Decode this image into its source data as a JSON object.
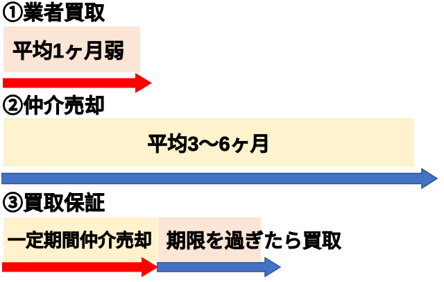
{
  "colors": {
    "peach_box": "#FBE5D6",
    "cream_box": "#FFF2CC",
    "red_arrow": "#FF0000",
    "blue_arrow_fill": "#4472C4",
    "blue_arrow_border": "#2F528F",
    "text_color": "#000000"
  },
  "sections": [
    {
      "title": "①業者買取",
      "boxes": [
        {
          "label": "平均1ヶ月弱",
          "style": "peach"
        }
      ],
      "arrows": [
        {
          "color": "red"
        }
      ]
    },
    {
      "title": "②仲介売却",
      "boxes": [
        {
          "label": "平均3〜6ヶ月",
          "style": "cream"
        }
      ],
      "arrows": [
        {
          "color": "blue"
        }
      ]
    },
    {
      "title": "③買取保証",
      "boxes": [
        {
          "label": "一定期間仲介売却",
          "style": "cream"
        },
        {
          "label": "期限を過ぎたら買取",
          "style": "peach"
        }
      ],
      "arrows": [
        {
          "color": "red"
        },
        {
          "color": "blue"
        }
      ]
    }
  ]
}
